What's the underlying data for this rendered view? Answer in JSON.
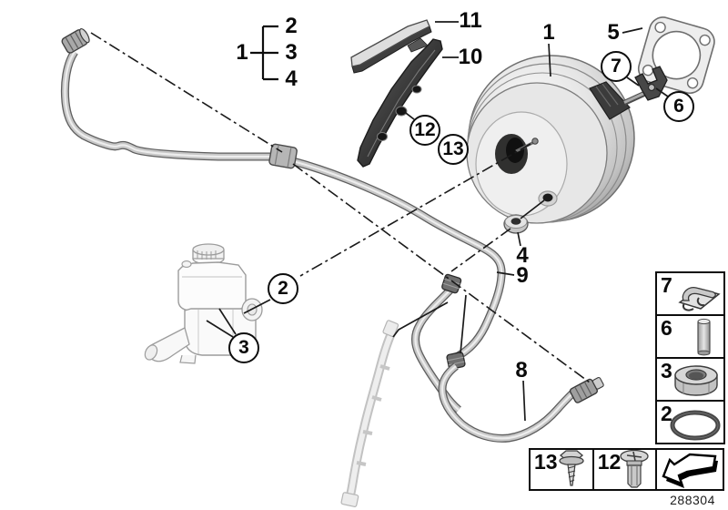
{
  "diagram": {
    "part_number": "288304",
    "callouts": {
      "group1_parent": "1",
      "group1_item2": "2",
      "group1_item3": "3",
      "group1_item4": "4",
      "booster": "1",
      "gasket": "5",
      "clip_circle": "7",
      "pin_circle": "6",
      "trim_strip": "11",
      "trim_panel": "10",
      "rivet_circle": "12",
      "screw_circle": "13",
      "sealing_ring_circle": "2",
      "nut_circle": "3",
      "grommet": "4",
      "pipe_upper": "9",
      "pipe_lower": "8"
    },
    "legend": {
      "clip": "7",
      "pin": "6",
      "nut": "3",
      "o_ring": "2",
      "screw": "13",
      "expanding_rivet": "12"
    },
    "icons": {
      "clip": "spring-clip-icon",
      "pin": "clevis-pin-icon",
      "nut": "hex-nut-icon",
      "o_ring": "o-ring-icon",
      "screw": "self-tapping-screw-icon",
      "expanding_rivet": "expanding-rivet-icon",
      "arrow": "direction-arrow-icon"
    },
    "colors": {
      "line_art": "#0d0d0d",
      "pipe_fill": "#c7c7c7",
      "dark_part": "#3f3f3f",
      "background": "#ffffff"
    }
  }
}
